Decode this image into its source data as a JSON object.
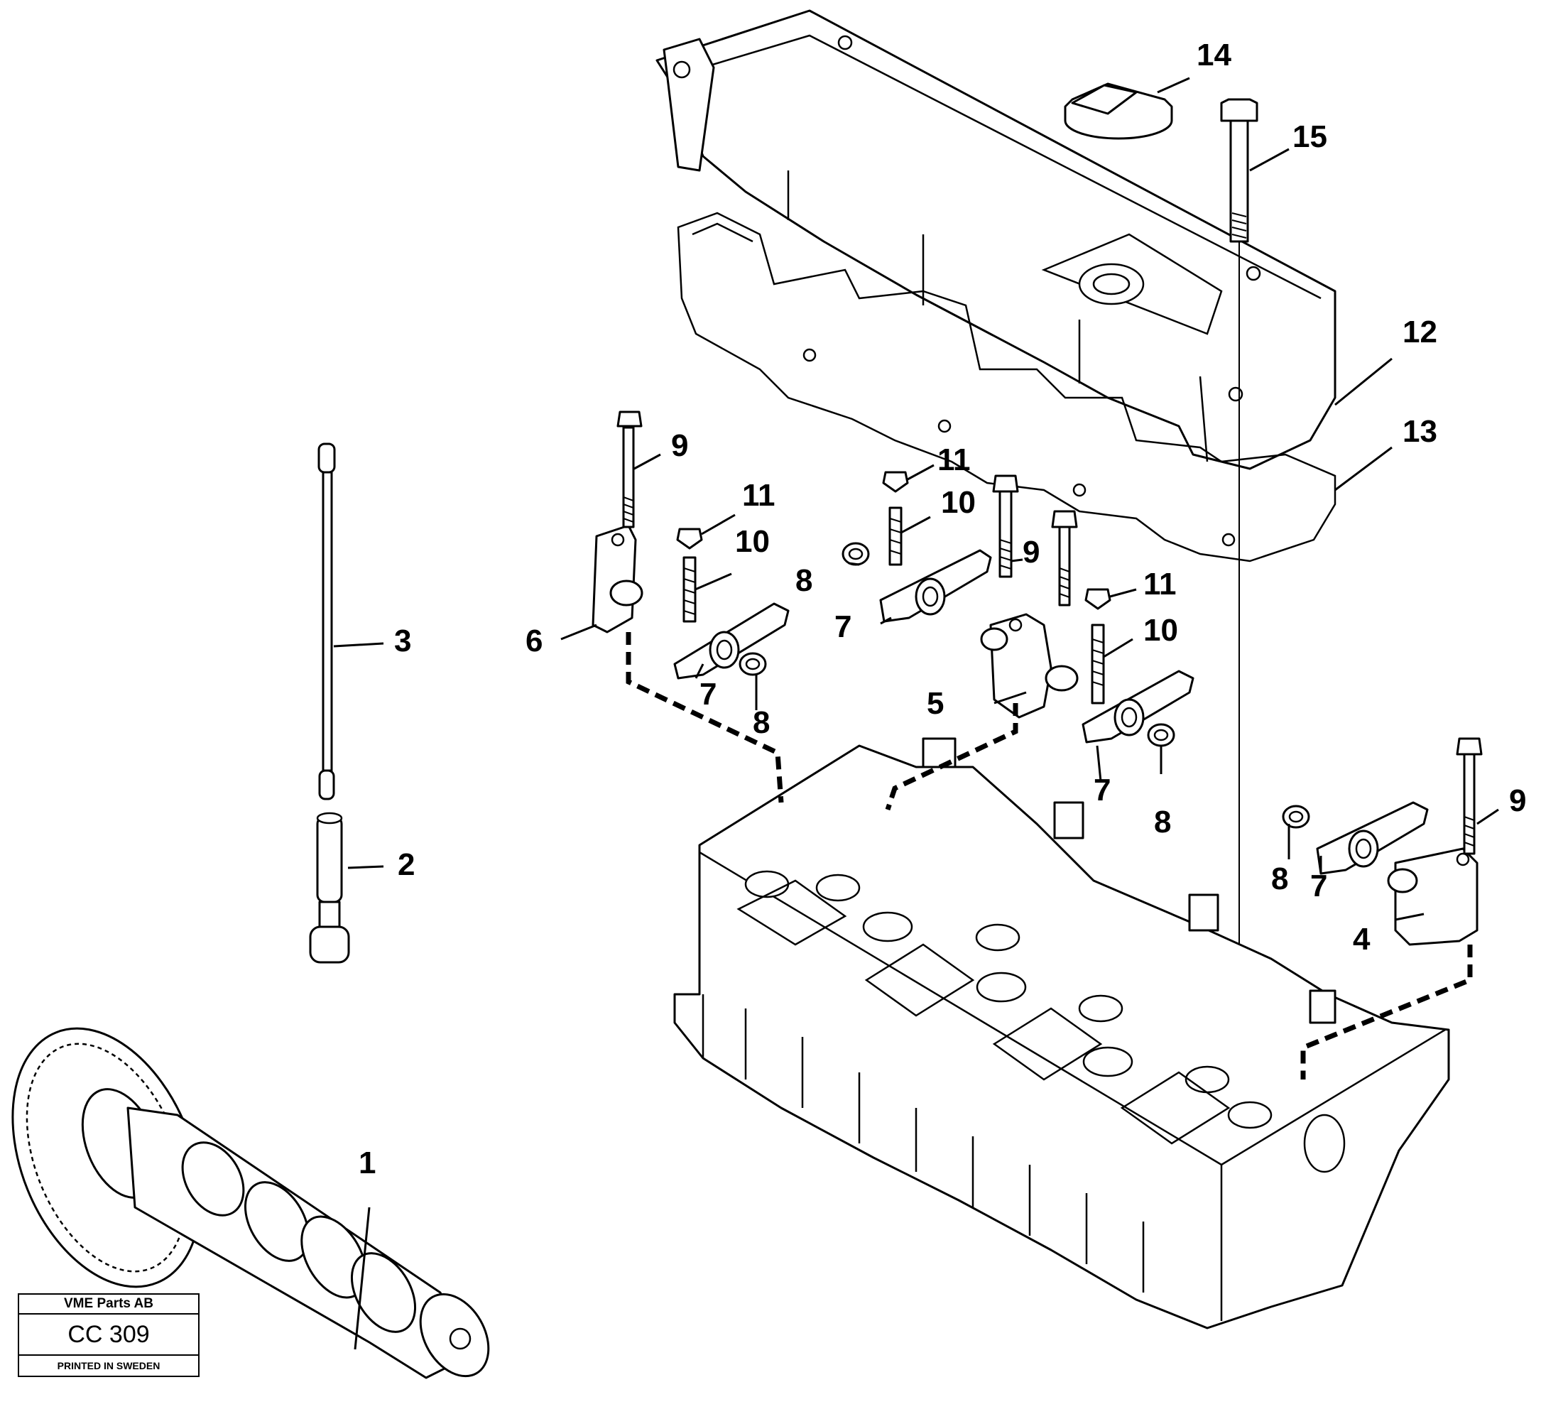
{
  "diagram": {
    "callouts": [
      {
        "id": "c1",
        "text": "1"
      },
      {
        "id": "c2",
        "text": "2"
      },
      {
        "id": "c3",
        "text": "3"
      },
      {
        "id": "c4",
        "text": "4"
      },
      {
        "id": "c5",
        "text": "5"
      },
      {
        "id": "c6",
        "text": "6"
      },
      {
        "id": "c7a",
        "text": "7"
      },
      {
        "id": "c7b",
        "text": "7"
      },
      {
        "id": "c7c",
        "text": "7"
      },
      {
        "id": "c7d",
        "text": "7"
      },
      {
        "id": "c8a",
        "text": "8"
      },
      {
        "id": "c8b",
        "text": "8"
      },
      {
        "id": "c8c",
        "text": "8"
      },
      {
        "id": "c8d",
        "text": "8"
      },
      {
        "id": "c9a",
        "text": "9"
      },
      {
        "id": "c9b",
        "text": "9"
      },
      {
        "id": "c9c",
        "text": "9"
      },
      {
        "id": "c10a",
        "text": "10"
      },
      {
        "id": "c10b",
        "text": "10"
      },
      {
        "id": "c10c",
        "text": "10"
      },
      {
        "id": "c11a",
        "text": "11"
      },
      {
        "id": "c11b",
        "text": "11"
      },
      {
        "id": "c11c",
        "text": "11"
      },
      {
        "id": "c12",
        "text": "12"
      },
      {
        "id": "c13",
        "text": "13"
      },
      {
        "id": "c14",
        "text": "14"
      },
      {
        "id": "c15",
        "text": "15"
      }
    ]
  },
  "stamp": {
    "company": "VME Parts AB",
    "code": "CC 309",
    "printed": "PRINTED IN SWEDEN"
  }
}
